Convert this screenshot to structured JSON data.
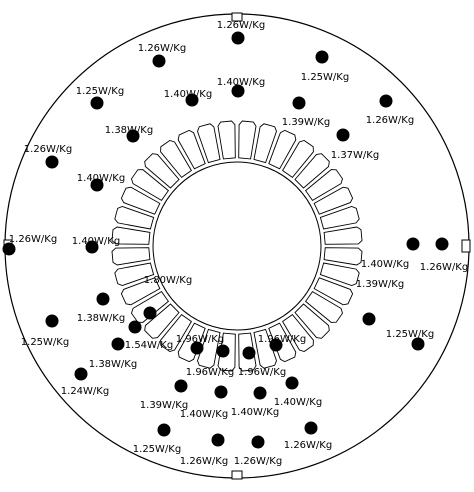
{
  "diagram": {
    "measurements": [
      {
        "label": "1.26W/Kg"
      },
      {
        "label": "1.26W/Kg"
      },
      {
        "label": "1.25W/Kg"
      },
      {
        "label": "1.40W/Kg"
      },
      {
        "label": "1.40W/Kg"
      },
      {
        "label": "1.25W/Kg"
      },
      {
        "label": "1.39W/Kg"
      },
      {
        "label": "1.26W/Kg"
      },
      {
        "label": "1.38W/Kg"
      },
      {
        "label": "1.37W/Kg"
      },
      {
        "label": "1.26W/Kg"
      },
      {
        "label": "1.40W/Kg"
      },
      {
        "label": "1.26W/Kg"
      },
      {
        "label": "1.40W/Kg"
      },
      {
        "label": "1.40W/Kg"
      },
      {
        "label": "1.26W/Kg"
      },
      {
        "label": "1.38W/Kg"
      },
      {
        "label": "1.80W/Kg"
      },
      {
        "label": "1.39W/Kg"
      },
      {
        "label": "1.25W/Kg"
      },
      {
        "label": "1.25W/Kg"
      },
      {
        "label": "1.54W/Kg"
      },
      {
        "label": "1.96W/Kg"
      },
      {
        "label": "1.96W/Kg"
      },
      {
        "label": "1.38W/Kg"
      },
      {
        "label": "1.96W/Kg"
      },
      {
        "label": "1.96W/Kg"
      },
      {
        "label": "1.24W/Kg"
      },
      {
        "label": "1.39W/Kg"
      },
      {
        "label": "1.40W/Kg"
      },
      {
        "label": "1.40W/Kg"
      },
      {
        "label": "1.40W/Kg"
      },
      {
        "label": "1.25W/Kg"
      },
      {
        "label": "1.26W/Kg"
      },
      {
        "label": "1.26W/Kg"
      },
      {
        "label": "1.26W/Kg"
      }
    ]
  }
}
